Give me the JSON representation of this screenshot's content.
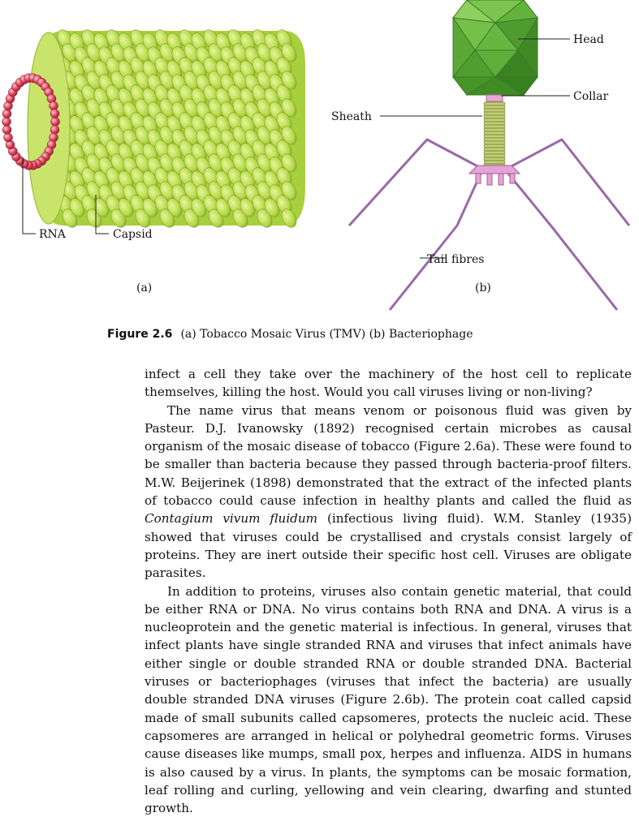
{
  "figure": {
    "labels": {
      "rna": "RNA",
      "capsid": "Capsid",
      "panel_a": "(a)",
      "head": "Head",
      "collar": "Collar",
      "sheath": "Sheath",
      "tail_fibres": "Tail fibres",
      "panel_b": "(b)"
    },
    "caption": {
      "number": "Figure 2.6",
      "text": "(a) Tobacco Mosaic Virus (TMV)  (b) Bacteriophage"
    },
    "colors": {
      "capsid": "#b5d94a",
      "rna": "#d9405a",
      "head": "#5fb13a",
      "tail": "#9a6aa8"
    }
  },
  "body": {
    "p1": "infect a cell they take over the machinery of the host cell to replicate themselves, killing the host. Would you call viruses living or non-living?",
    "p2_a": "The name virus that means venom or poisonous fluid was given by Pasteur. D.J. Ivanowsky (1892) recognised certain microbes as causal organism of the mosaic disease of tobacco (Figure 2.6a). These were found to be smaller than bacteria because they passed through bacteria-proof filters. M.W. Beijerinek (1898) demonstrated that the extract of the infected plants of  tobacco could cause infection in healthy plants and called the fluid as ",
    "p2_italic": "Contagium vivum fluidum",
    "p2_b": " (infectious living fluid).  W.M. Stanley (1935) showed that viruses could be crystallised and crystals consist largely of proteins. They are inert outside their specific host cell. Viruses are obligate parasites.",
    "p3": "In addition to proteins, viruses also contain genetic material, that could be either RNA or DNA.  No virus contains both RNA and DNA.  A virus is a nucleoprotein and the genetic material is infectious. In general, viruses that infect plants have single stranded RNA and viruses that infect animals have either single or double stranded RNA or double stranded DNA. Bacterial viruses or bacteriophages (viruses that infect the bacteria) are usually double stranded DNA viruses (Figure 2.6b). The protein coat called capsid made of small subunits called capsomeres, protects the nucleic acid. These capsomeres are arranged in helical or polyhedral geometric forms. Viruses cause diseases like  mumps, small pox, herpes and influenza. AIDS in humans is also caused by a virus. In plants, the symptoms can be mosaic formation, leaf rolling and curling, yellowing and vein clearing, dwarfing  and stunted growth."
  }
}
